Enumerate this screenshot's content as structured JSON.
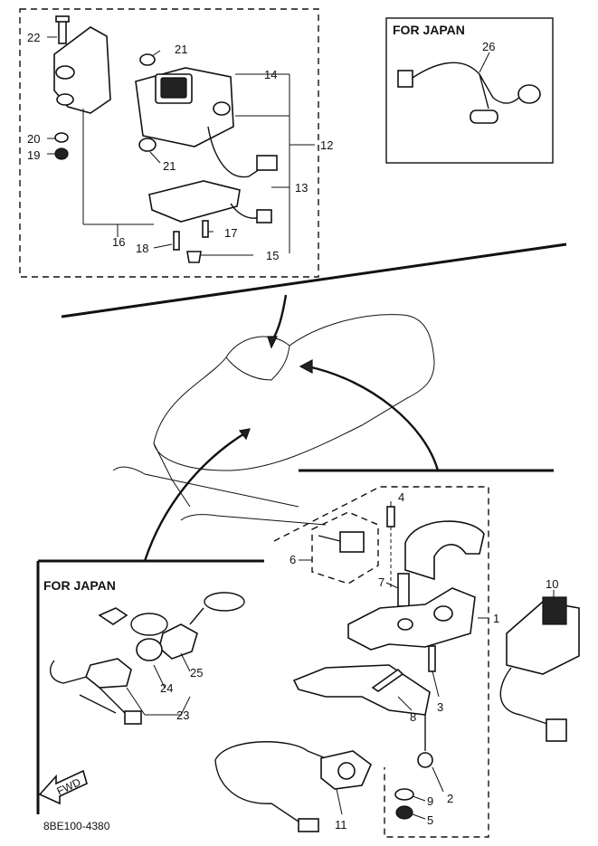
{
  "diagram": {
    "code": "8BE100-4380",
    "fwd_label": "FWD",
    "japan_top": {
      "header": "FOR JAPAN",
      "part": "26"
    },
    "japan_bottom": {
      "header": "FOR JAPAN",
      "parts": [
        "23",
        "24",
        "25"
      ]
    },
    "callouts": [
      "1",
      "2",
      "3",
      "4",
      "5",
      "6",
      "7",
      "8",
      "9",
      "10",
      "11",
      "12",
      "13",
      "14",
      "15",
      "16",
      "17",
      "18",
      "19",
      "20",
      "21",
      "21",
      "22"
    ]
  }
}
